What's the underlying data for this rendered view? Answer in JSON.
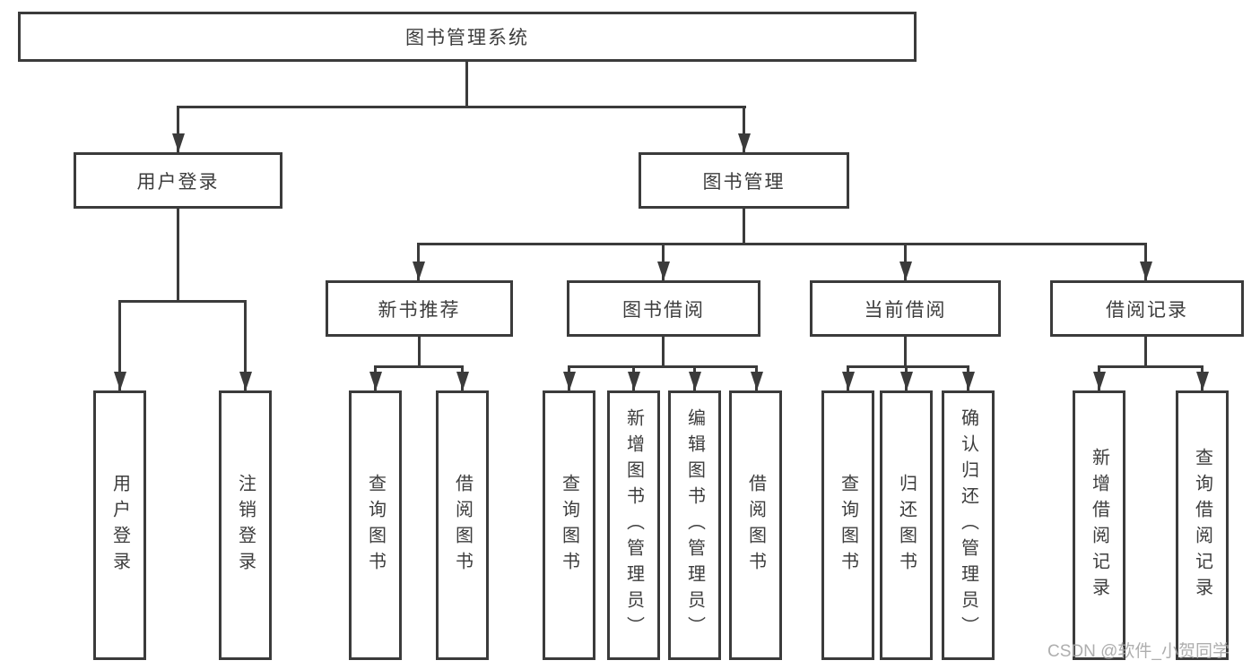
{
  "diagram": {
    "root": {
      "label": "图书管理系统"
    },
    "user_login": {
      "label": "用户登录",
      "children": [
        {
          "label": "用户登录"
        },
        {
          "label": "注销登录"
        }
      ]
    },
    "book_mgmt": {
      "label": "图书管理",
      "sections": [
        {
          "label": "新书推荐",
          "children": [
            {
              "label": "查询图书"
            },
            {
              "label": "借阅图书"
            }
          ]
        },
        {
          "label": "图书借阅",
          "children": [
            {
              "label": "查询图书"
            },
            {
              "label": "新增图书（管理员）"
            },
            {
              "label": "编辑图书（管理员）"
            },
            {
              "label": "借阅图书"
            }
          ]
        },
        {
          "label": "当前借阅",
          "children": [
            {
              "label": "查询图书"
            },
            {
              "label": "归还图书"
            },
            {
              "label": "确认归还（管理员）"
            }
          ]
        },
        {
          "label": "借阅记录",
          "children": [
            {
              "label": "新增借阅记录"
            },
            {
              "label": "查询借阅记录"
            }
          ]
        }
      ]
    },
    "watermark": "CSDN @软件_小贺同学",
    "colors": {
      "line": "#3b3b3b",
      "text": "#3d3d3d",
      "background": "#ffffff",
      "watermark": "#a5a5a5"
    }
  }
}
